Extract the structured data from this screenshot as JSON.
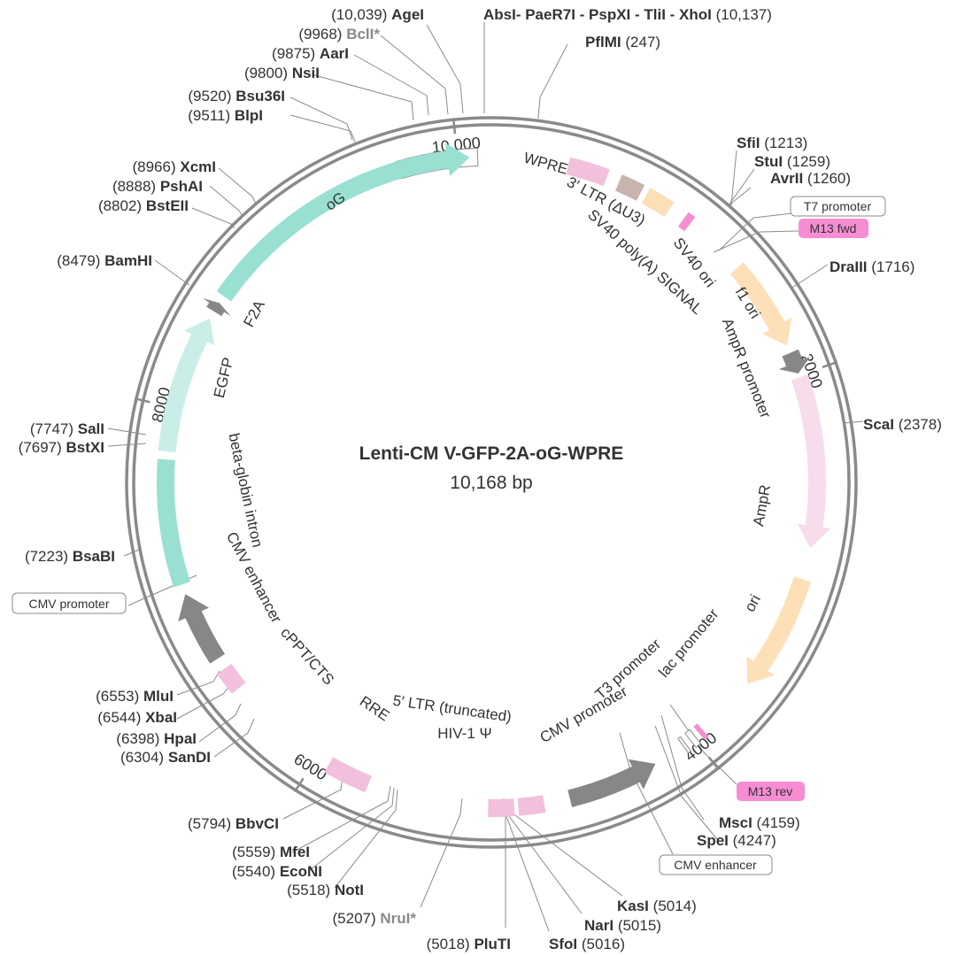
{
  "plasmid": {
    "name": "Lenti-CM V-GFP-2A-oG-WPRE",
    "length_label": "10,168 bp",
    "length_bp": 10168
  },
  "colors": {
    "ring": "#8a8a8a",
    "teal": "#99e0d3",
    "teal_light": "#c9eee7",
    "gray": "#878787",
    "pink": "#f2c0dc",
    "pink_light": "#f7dcec",
    "peach": "#fde0b8",
    "taupe": "#c8b3ad",
    "magenta_box": "#f68dd3"
  },
  "ticks": [
    {
      "pos": 2000,
      "label": "2000"
    },
    {
      "pos": 4000,
      "label": "4000"
    },
    {
      "pos": 6000,
      "label": "6000"
    },
    {
      "pos": 8000,
      "label": "8000"
    },
    {
      "pos": 10000,
      "label": "10,000"
    }
  ],
  "features": [
    {
      "name": "WPRE",
      "label": "WPRE",
      "start": 9700,
      "end": 10100,
      "type": "box",
      "color": "#ffffff"
    },
    {
      "name": "3ltr",
      "label": "3′ LTR (ΔU3)",
      "start": 385,
      "end": 585,
      "type": "box",
      "color": "#f2c0dc"
    },
    {
      "name": "sv40-polya",
      "label": "SV40 poly(A) SIGNAL",
      "start": 650,
      "end": 770,
      "type": "box",
      "color": "#c8b3ad"
    },
    {
      "name": "sv40-ori",
      "label": "SV40 ori",
      "start": 800,
      "end": 935,
      "type": "box",
      "color": "#fde0b8"
    },
    {
      "name": "m13fwd-feature",
      "label": "",
      "start": 1020,
      "end": 1060,
      "type": "box",
      "color": "#f68dd3"
    },
    {
      "name": "f1-ori",
      "label": "f1 ori",
      "start": 1380,
      "end": 1840,
      "type": "arrow",
      "color": "#fde0b8"
    },
    {
      "name": "ampr-promoter",
      "label": "AmpR promoter",
      "start": 1880,
      "end": 1990,
      "type": "arrow",
      "color": "#878787"
    },
    {
      "name": "ampr",
      "label": "AmpR",
      "start": 2010,
      "end": 2870,
      "type": "arrow",
      "color": "#f7dcec"
    },
    {
      "name": "ori",
      "label": "ori",
      "start": 3030,
      "end": 3620,
      "type": "arrow",
      "color": "#fde0b8"
    },
    {
      "name": "lac-promoter",
      "label": "lac promoter",
      "start": 3990,
      "end": 4020,
      "type": "box",
      "color": "#ffffff"
    },
    {
      "name": "m13rev-feature",
      "label": "",
      "start": 3940,
      "end": 3965,
      "type": "box",
      "color": "#f68dd3"
    },
    {
      "name": "t3-promoter",
      "label": "T3 promoter",
      "start": 4050,
      "end": 4065,
      "type": "box",
      "color": "#ffffff"
    },
    {
      "name": "cmv-promoter-feature",
      "label": "CMV promoter",
      "start": 4230,
      "end": 4690,
      "type": "arrow-rev",
      "color": "#878787"
    },
    {
      "name": "hiv-psi",
      "label": "HIV-1 Ψ",
      "start": 4820,
      "end": 4950,
      "type": "box",
      "color": "#f2c0dc"
    },
    {
      "name": "5ltr",
      "label": "5′ LTR (truncated)",
      "start": 4970,
      "end": 5100,
      "type": "box",
      "color": "#f2c0dc"
    },
    {
      "name": "rre",
      "label": "RRE",
      "start": 5710,
      "end": 5930,
      "type": "box",
      "color": "#f2c0dc"
    },
    {
      "name": "cppt",
      "label": "cPPT/CTS",
      "start": 6520,
      "end": 6640,
      "type": "box",
      "color": "#f2c0dc"
    },
    {
      "name": "cmv-enhancer-feature",
      "label": "CMV enhancer",
      "start": 6700,
      "end": 7060,
      "type": "arrow",
      "color": "#878787"
    },
    {
      "name": "beta-globin-intron",
      "label": "beta-globin intron",
      "start": 7110,
      "end": 7740,
      "type": "box",
      "color": "#99e0d3"
    },
    {
      "name": "egfp",
      "label": "EGFP",
      "start": 7780,
      "end": 8480,
      "type": "arrow",
      "color": "#c9eee7"
    },
    {
      "name": "f2a",
      "label": "F2A",
      "start": 8520,
      "end": 8570,
      "type": "arrow",
      "color": "#878787"
    },
    {
      "name": "og",
      "label": "oG",
      "start": 8610,
      "end": 10060,
      "type": "arrow",
      "color": "#99e0d3"
    }
  ],
  "feature_labels": [
    {
      "id": "wpre",
      "text": "WPRE"
    },
    {
      "id": "3ltr",
      "text": "3′ LTR (ΔU3)"
    },
    {
      "id": "sv40polya",
      "text": "SV40 poly(A) SIGNAL"
    },
    {
      "id": "sv40ori",
      "text": "SV40 ori"
    },
    {
      "id": "f1ori",
      "text": "f1 ori"
    },
    {
      "id": "amprpromoter",
      "text": "AmpR promoter"
    },
    {
      "id": "ampr",
      "text": "AmpR"
    },
    {
      "id": "ori",
      "text": "ori"
    },
    {
      "id": "lacpromoter",
      "text": "lac promoter"
    },
    {
      "id": "t3promoter",
      "text": "T3 promoter"
    },
    {
      "id": "cmvpromoter",
      "text": "CMV promoter"
    },
    {
      "id": "5ltr",
      "text": "5′ LTR (truncated)"
    },
    {
      "id": "hivpsi",
      "text": "HIV-1 Ψ"
    },
    {
      "id": "rre",
      "text": "RRE"
    },
    {
      "id": "cppt",
      "text": "cPPT/CTS"
    },
    {
      "id": "cmvenhancer",
      "text": "CMV enhancer"
    },
    {
      "id": "betaglobin",
      "text": "beta-globin intron"
    },
    {
      "id": "egfp",
      "text": "EGFP"
    },
    {
      "id": "f2a",
      "text": "F2A"
    },
    {
      "id": "og",
      "text": "oG"
    }
  ],
  "primers": [
    {
      "id": "t7",
      "text": "T7 promoter",
      "style": "outline"
    },
    {
      "id": "m13fwd",
      "text": "M13 fwd",
      "style": "filled"
    },
    {
      "id": "m13rev",
      "text": "M13 rev",
      "style": "filled"
    },
    {
      "id": "cmvenh",
      "text": "CMV enhancer",
      "style": "outline"
    },
    {
      "id": "cmvprom",
      "text": "CMV promoter",
      "style": "outline"
    }
  ],
  "sites": [
    {
      "id": "agei",
      "pos": "(10,039)",
      "name": "AgeI",
      "grey": false
    },
    {
      "id": "bcli",
      "pos": "(9968)",
      "name": "BclI*",
      "grey": true
    },
    {
      "id": "aari",
      "pos": "(9875)",
      "name": "AarI",
      "grey": false
    },
    {
      "id": "nsii",
      "pos": "(9800)",
      "name": "NsiI",
      "grey": false
    },
    {
      "id": "bsu36i",
      "pos": "(9520)",
      "name": "Bsu36I",
      "grey": false
    },
    {
      "id": "blpi",
      "pos": "(9511)",
      "name": "BlpI",
      "grey": false
    },
    {
      "id": "xcmi",
      "pos": "(8966)",
      "name": "XcmI",
      "grey": false
    },
    {
      "id": "pshai",
      "pos": "(8888)",
      "name": "PshAI",
      "grey": false
    },
    {
      "id": "bsteii",
      "pos": "(8802)",
      "name": "BstEII",
      "grey": false
    },
    {
      "id": "bamhi",
      "pos": "(8479)",
      "name": "BamHI",
      "grey": false
    },
    {
      "id": "sali",
      "pos": "(7747)",
      "name": "SalI",
      "grey": false
    },
    {
      "id": "bstxi",
      "pos": "(7697)",
      "name": "BstXI",
      "grey": false
    },
    {
      "id": "bsabi",
      "pos": "(7223)",
      "name": "BsaBI",
      "grey": false
    },
    {
      "id": "mlui",
      "pos": "(6553)",
      "name": "MluI",
      "grey": false
    },
    {
      "id": "xbai",
      "pos": "(6544)",
      "name": "XbaI",
      "grey": false
    },
    {
      "id": "hpai",
      "pos": "(6398)",
      "name": "HpaI",
      "grey": false
    },
    {
      "id": "sandi",
      "pos": "(6304)",
      "name": "SanDI",
      "grey": false
    },
    {
      "id": "bbvci",
      "pos": "(5794)",
      "name": "BbvCI",
      "grey": false
    },
    {
      "id": "mfei",
      "pos": "(5559)",
      "name": "MfeI",
      "grey": false
    },
    {
      "id": "econi",
      "pos": "(5540)",
      "name": "EcoNI",
      "grey": false
    },
    {
      "id": "noti",
      "pos": "(5518)",
      "name": "NotI",
      "grey": false
    },
    {
      "id": "nrui",
      "pos": "(5207)",
      "name": "NruI*",
      "grey": true
    },
    {
      "id": "pllutl",
      "pos": "(5018)",
      "name": "PluTI",
      "grey": false
    },
    {
      "id": "sfoi",
      "pos": "(5016)",
      "name": "SfoI",
      "grey": false
    },
    {
      "id": "nari",
      "pos": "(5015)",
      "name": "NarI",
      "grey": false
    },
    {
      "id": "kasi",
      "pos": "(5014)",
      "name": "KasI",
      "grey": false
    },
    {
      "id": "spei",
      "pos": "(4247)",
      "name": "SpeI",
      "grey": false
    },
    {
      "id": "msci",
      "pos": "(4159)",
      "name": "MscI",
      "grey": false
    },
    {
      "id": "scai",
      "pos": "(2378)",
      "name": "ScaI",
      "grey": false
    },
    {
      "id": "draiii",
      "pos": "(1716)",
      "name": "DraIII",
      "grey": false
    },
    {
      "id": "avrii",
      "pos": "(1260)",
      "name": "AvrII",
      "grey": false
    },
    {
      "id": "stui",
      "pos": "(1259)",
      "name": "StuI",
      "grey": false
    },
    {
      "id": "sfii",
      "pos": "(1213)",
      "name": "SfiI",
      "grey": false
    },
    {
      "id": "pflmi",
      "pos": "(247)",
      "name": "PflMI",
      "grey": false
    }
  ],
  "top_site": {
    "text": "AbsI- PaeR7I - PspXI - TliI - XhoI",
    "pos": "(10,137)"
  }
}
